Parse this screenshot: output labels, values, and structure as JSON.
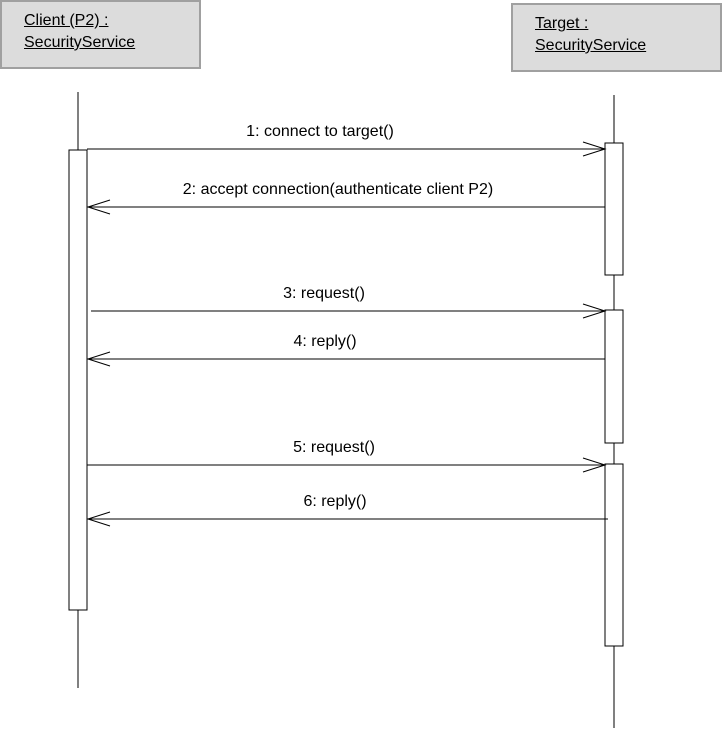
{
  "objects": {
    "client": {
      "line1": "Client (P2) :",
      "line2": "SecurityService"
    },
    "target": {
      "line1": "Target :",
      "line2": "SecurityService"
    }
  },
  "messages": [
    {
      "label": "1: connect to target()"
    },
    {
      "label": "2: accept connection(authenticate client P2)"
    },
    {
      "label": "3: request()"
    },
    {
      "label": "4: reply()"
    },
    {
      "label": "5: request()"
    },
    {
      "label": "6: reply()"
    }
  ]
}
